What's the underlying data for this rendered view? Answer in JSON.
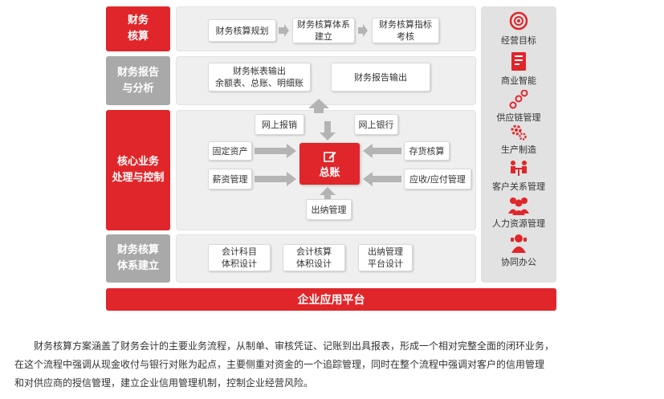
{
  "left_labels": {
    "accounting": "财务\n核算",
    "report": "财务报告\n与分析",
    "core": "核心业务\n处理与控制",
    "system": "财务核算\n体系建立"
  },
  "accounting_row": [
    "财务核算规划",
    "财务核算体系\n建立",
    "财务核算指标\n考核"
  ],
  "report_row": [
    "财务帐表输出\n余额表、总账、明细账",
    "财务报告输出"
  ],
  "core": {
    "online_reimburse": "网上报销",
    "online_bank": "网上银行",
    "fixed_assets": "固定资产",
    "payroll": "薪资管理",
    "inventory": "存货核算",
    "receivable": "应收/应付管理",
    "cashier": "出纳管理",
    "ledger": "总账"
  },
  "system_row": [
    "会计科目\n体积设计",
    "会计核算\n体积设计",
    "出纳管理\n平台设计"
  ],
  "sidebar": [
    "经营目标",
    "商业智能",
    "供应链管理",
    "生产制造",
    "客户关系管理",
    "人力资源管理",
    "协同办公"
  ],
  "platform": "企业应用平台",
  "description": {
    "line1": "财务核算方案涵盖了财务会计的主要业务流程，从制单、审核凭证、记账到出具报表，形成一个相对完整全面的闭环业务，",
    "line2": "在这个流程中强调从现金收付与银行对账为起点，主要侧重对资金的一个追踪管理，同时在整个流程中强调对客户的信用管理",
    "line3": "和对供应商的授信管理，建立企业信用管理机制，控制企业经营风险。"
  },
  "colors": {
    "red": "#e0262a",
    "gray": "#a9a9a9",
    "panel": "#efefef"
  }
}
